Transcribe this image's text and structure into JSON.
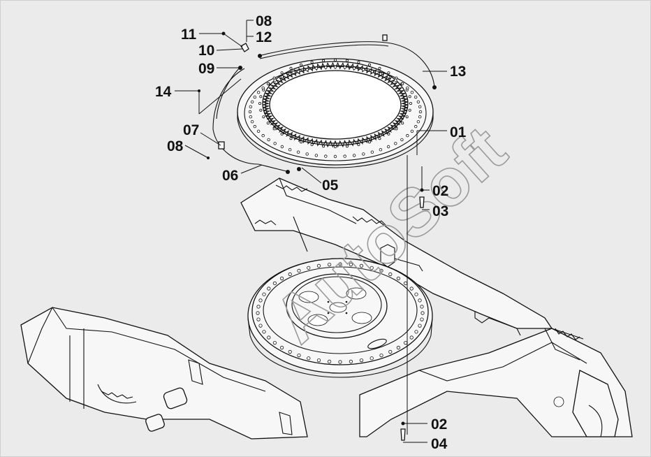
{
  "watermark": "AutoSoft",
  "callouts": [
    {
      "id": "c08a",
      "label": "08"
    },
    {
      "id": "c11",
      "label": "11"
    },
    {
      "id": "c12",
      "label": "12"
    },
    {
      "id": "c10",
      "label": "10"
    },
    {
      "id": "c09",
      "label": "09"
    },
    {
      "id": "c13",
      "label": "13"
    },
    {
      "id": "c14",
      "label": "14"
    },
    {
      "id": "c01",
      "label": "01"
    },
    {
      "id": "c07",
      "label": "07"
    },
    {
      "id": "c08b",
      "label": "08"
    },
    {
      "id": "c06",
      "label": "06"
    },
    {
      "id": "c05",
      "label": "05"
    },
    {
      "id": "c02a",
      "label": "02"
    },
    {
      "id": "c03",
      "label": "03"
    },
    {
      "id": "c02b",
      "label": "02"
    },
    {
      "id": "c04",
      "label": "04"
    }
  ]
}
